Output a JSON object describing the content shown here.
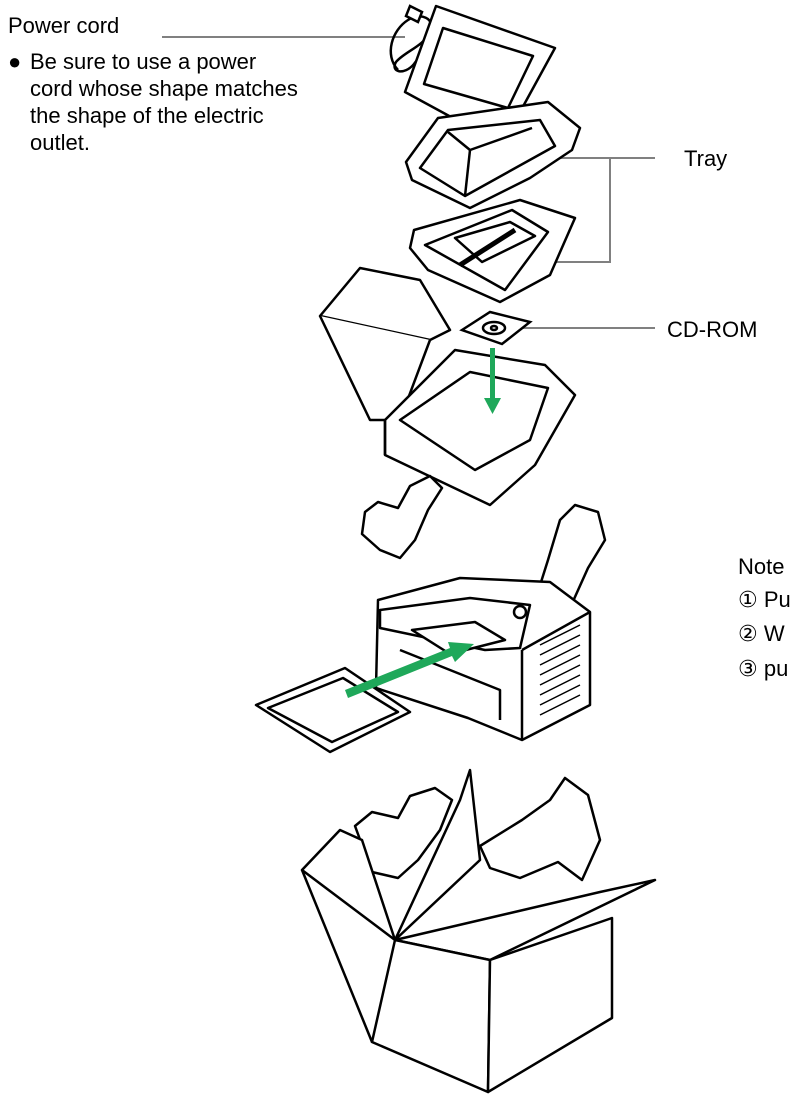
{
  "callouts": {
    "power_cord": "Power cord",
    "power_cord_note": "Be sure to use a power cord whose shape matches the shape of the electric outlet.",
    "tray": "Tray",
    "cdrom": "CD-ROM"
  },
  "note": {
    "title": "Note",
    "items": [
      {
        "num": "①",
        "text": "Pu"
      },
      {
        "num": "②",
        "text": "W"
      },
      {
        "num": "③",
        "text": "pu"
      }
    ]
  },
  "colors": {
    "line": "#000000",
    "leader": "#808080",
    "arrow": "#1fa85a"
  }
}
